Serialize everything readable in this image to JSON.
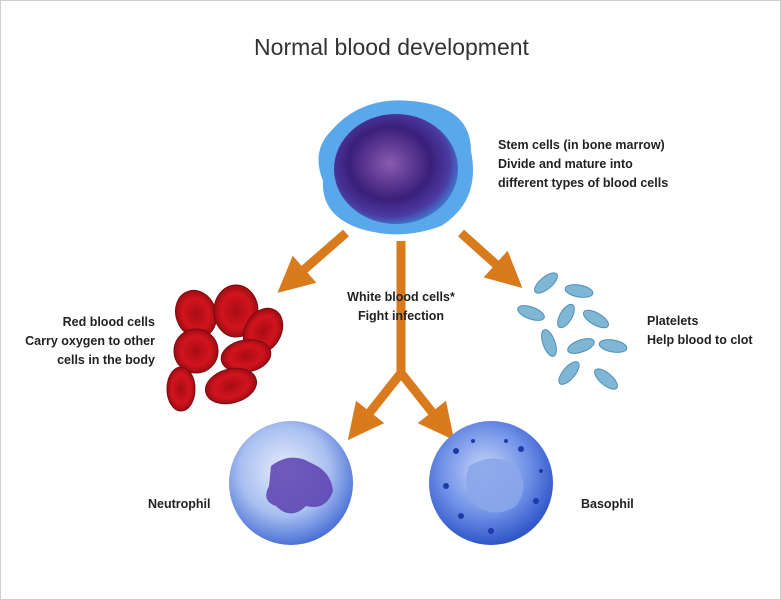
{
  "title": "Normal blood development",
  "stem": {
    "line1": "Stem cells (in bone marrow)",
    "line2": "Divide and mature into",
    "line3": "different types of blood cells"
  },
  "red": {
    "line1": "Red blood cells",
    "line2": "Carry oxygen to other",
    "line3": "cells in the body"
  },
  "white": {
    "line1": "White blood cells*",
    "line2": "Fight infection"
  },
  "platelets": {
    "line1": "Platelets",
    "line2": "Help blood to clot"
  },
  "neutrophil": "Neutrophil",
  "basophil": "Basophil",
  "colors": {
    "arrow": "#d97a1c",
    "red_cell": "#c0101a",
    "platelet": "#7fb6d4",
    "stem": "#4a2a8a",
    "wbc": "#5a7fd8"
  }
}
